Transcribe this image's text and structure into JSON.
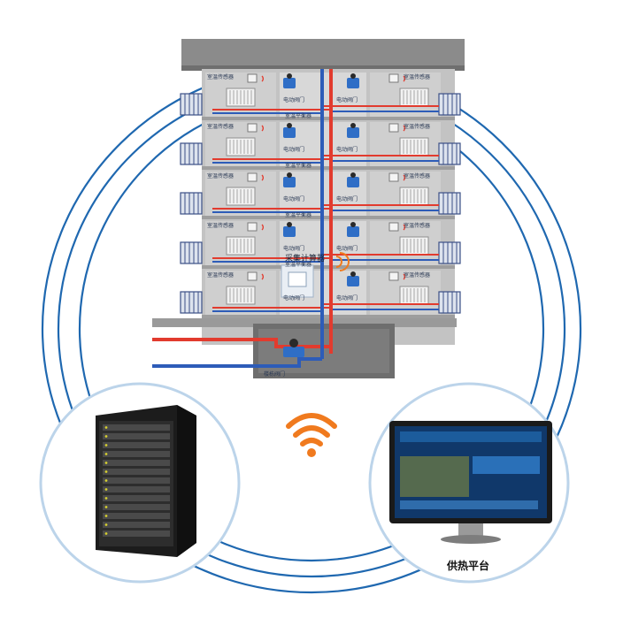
{
  "floor_room_label": "室温传感器",
  "floor_valve_label": "电动阀门",
  "floor_balancer_label": "室温平衡器",
  "collector_label": "采集计算器",
  "building_valve_label": "楼栋阀门",
  "platform_label": "供热平台",
  "colors": {
    "supply_pipe": "#e23b2e",
    "return_pipe": "#2d5cb8",
    "ring": "#1f68b0",
    "wifi": "#f07a1e",
    "building_wall": "#bdbdbd",
    "roof": "#8a8a8a"
  },
  "icons": [
    "server-rack-icon",
    "monitor-icon",
    "wifi-icon",
    "radiator-icon",
    "thermostat-icon",
    "valve-icon",
    "signal-icon"
  ]
}
